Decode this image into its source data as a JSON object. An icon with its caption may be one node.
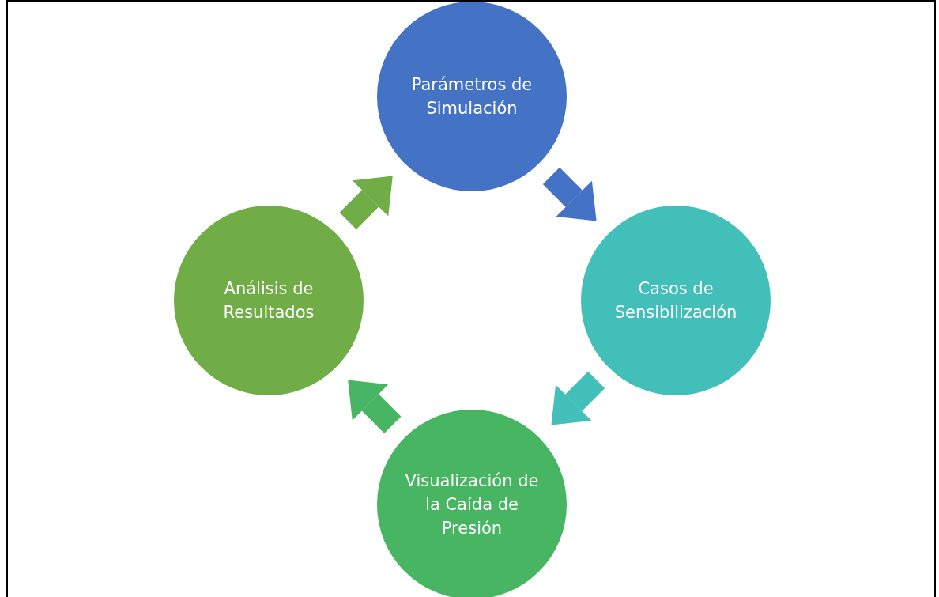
{
  "diagram": {
    "nodes": [
      {
        "text": [
          "Parámetros de Simulación"
        ]
      },
      {
        "text": [
          "Casos de Sensibilización"
        ]
      },
      {
        "text": [
          "Visualización de la Caída de Presión"
        ]
      },
      {
        "text": [
          "Análisis de Resultados"
        ]
      }
    ],
    "edges": [
      {
        "from": 0,
        "to": 1,
        "arrow": "to",
        "color": "#4472c4"
      },
      {
        "from": 1,
        "to": 2,
        "arrow": "to",
        "color": "#43bfba"
      },
      {
        "from": 2,
        "to": 3,
        "arrow": "to",
        "color": "#47b562"
      },
      {
        "from": 3,
        "to": 0,
        "arrow": "to",
        "color": "#70ad47"
      }
    ]
  }
}
